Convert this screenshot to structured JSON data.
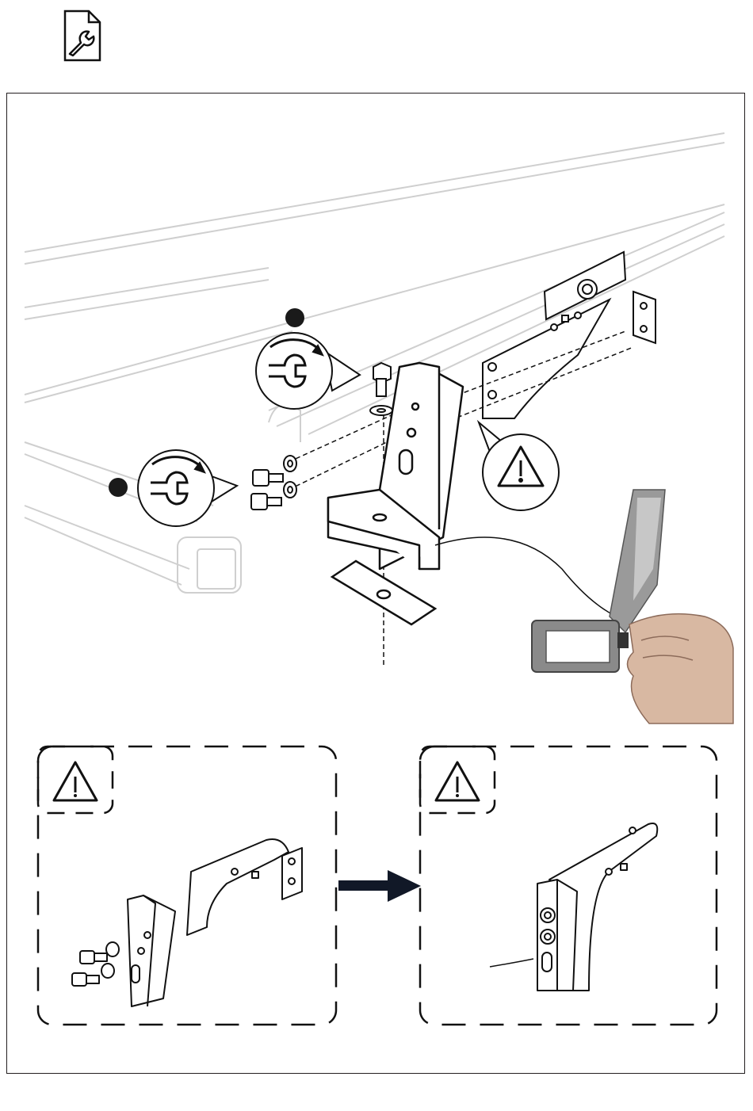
{
  "page": {
    "header_icon": "document-wrench-icon",
    "border_color": "#231f20"
  },
  "main_illustration": {
    "roof_bar_color": "#d9d9d9",
    "part_stroke": "#111111",
    "step_markers": [
      {
        "icon": "wrench-clockwise-icon"
      },
      {
        "icon": "wrench-clockwise-icon"
      }
    ],
    "warning_callout": {
      "icon": "warning-triangle-icon"
    },
    "photo_inset": {
      "description_icon": "hand-inserting-bolt-photo"
    }
  },
  "detail_panels": [
    {
      "warning_icon": "warning-triangle-icon",
      "content_icon": "bracket-bolts-exploded"
    },
    {
      "warning_icon": "warning-triangle-icon",
      "content_icon": "bracket-bolts-assembled"
    }
  ],
  "arrow": {
    "color": "#111827",
    "icon": "right-arrow-icon"
  }
}
